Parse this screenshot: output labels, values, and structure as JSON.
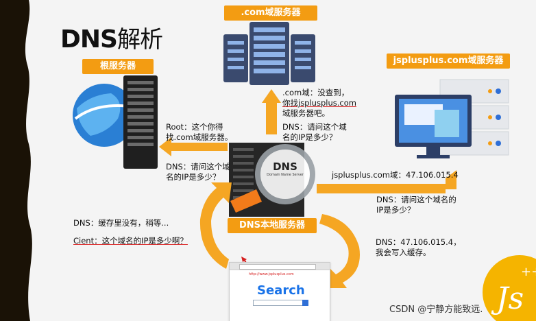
{
  "title": {
    "latin": "DNS",
    "cn": "解析"
  },
  "badges": {
    "com_server": ".com域服务器",
    "root_server": "根服务器",
    "jsplusplus_server": "jsplusplus.com域服务器",
    "local_server": "DNS本地服务器"
  },
  "dns_logo": {
    "main": "DNS",
    "sub": "Domain Name Server"
  },
  "messages": {
    "com_reply": [
      ".com域：没查到，",
      "你找jsplusplus.com",
      "域服务器吧。"
    ],
    "dns_ask_com": [
      "DNS：请问这个域",
      "名的IP是多少？"
    ],
    "root_reply": [
      "Root：这个你得",
      "找.com域服务器。"
    ],
    "dns_ask_root": [
      "DNS：请问这个域",
      "名的IP是多少？"
    ],
    "js_reply": "jsplusplus.com域：47.106.015.4",
    "dns_ask_js": [
      "DNS：请问这个域名的",
      "IP是多少？"
    ],
    "dns_wait": "DNS：缓存里没有，稍等...",
    "client_ask": "Cient：这个域名的IP是多少啊？",
    "dns_answer": [
      "DNS：47.106.015.4，",
      "我会写入缓存。"
    ]
  },
  "browser": {
    "url": "http://www.jsplusplus.com",
    "search": "Search"
  },
  "logo_text": "Js",
  "watermark": "CSDN @宁静方能致远.",
  "colors": {
    "badge": "#f39c12",
    "arrow": "#f5a623",
    "server": "#3a4a6e",
    "search": "#1a73e8"
  }
}
